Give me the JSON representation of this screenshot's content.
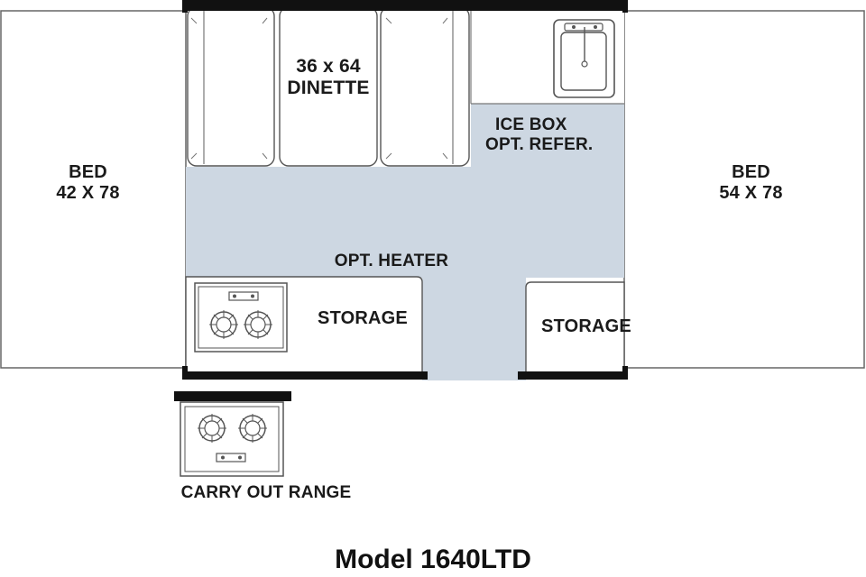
{
  "colors": {
    "floor": "#cdd7e2",
    "wall": "#111111",
    "outline": "#555555",
    "fill": "#ffffff"
  },
  "labels": {
    "bed_left": {
      "line1": "BED",
      "line2": "42 X 78"
    },
    "bed_right": {
      "line1": "BED",
      "line2": "54 X 78"
    },
    "dinette": {
      "line1": "36 x 64",
      "line2": "DINETTE"
    },
    "icebox": {
      "line1": "ICE BOX",
      "line2": "OPT. REFER."
    },
    "heater": "OPT. HEATER",
    "storage_left": "STORAGE",
    "storage_right": "STORAGE",
    "carry_out_range": "CARRY OUT RANGE"
  },
  "model": "Model 1640LTD",
  "icons": [
    "sink-icon",
    "stove-icon",
    "carry-out-stove-icon"
  ]
}
